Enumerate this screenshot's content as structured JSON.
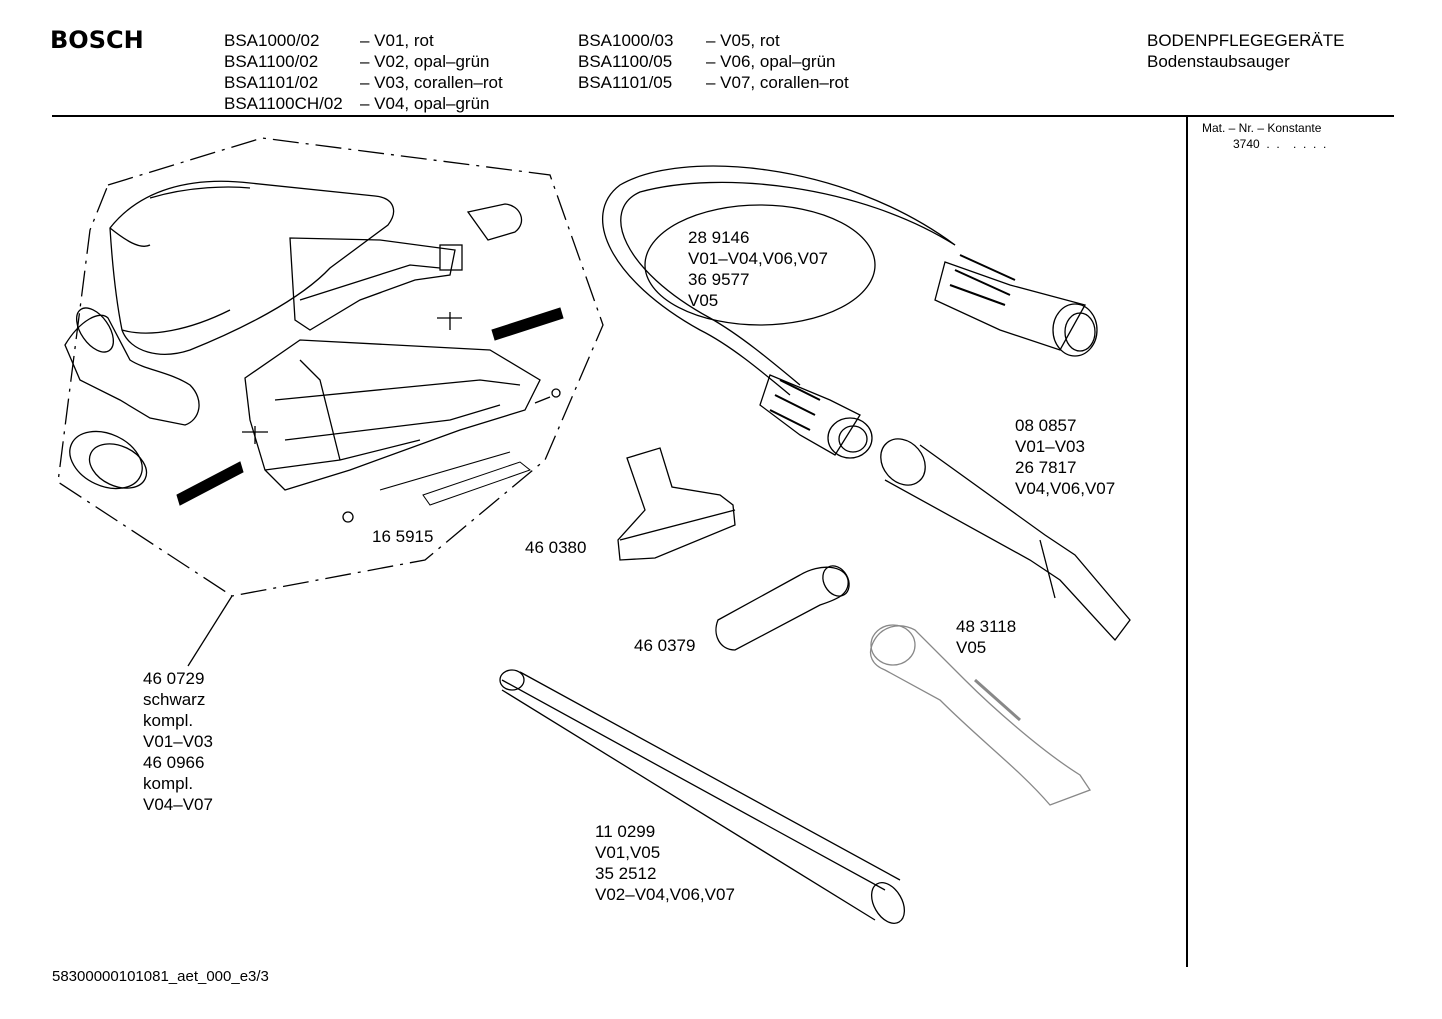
{
  "header": {
    "logo": "BOSCH",
    "models_left": [
      {
        "model": "BSA1000/02",
        "variant": "– V01, rot"
      },
      {
        "model": "BSA1100/02",
        "variant": "– V02, opal–grün"
      },
      {
        "model": "BSA1101/02",
        "variant": "– V03, corallen–rot"
      },
      {
        "model": "BSA1100CH/02",
        "variant": "– V04, opal–grün"
      }
    ],
    "models_right": [
      {
        "model": "BSA1000/03",
        "variant": "– V05, rot"
      },
      {
        "model": "BSA1100/05",
        "variant": "– V06, opal–grün"
      },
      {
        "model": "BSA1101/05",
        "variant": "– V07, corallen–rot"
      }
    ],
    "category": "BODENPFLEGEGERÄTE",
    "subcategory": "Bodenstaubsauger"
  },
  "side_panel": {
    "mat_label": "Mat. – Nr. – Konstante",
    "mat_value": "3740  .  .    .  .  .  ."
  },
  "parts": {
    "hose": [
      "28 9146",
      "V01–V04,V06,V07",
      "36 9577",
      "V05"
    ],
    "handle_pipe": [
      "08 0857",
      "V01–V03",
      "26 7817",
      "V04,V06,V07"
    ],
    "brush_strip": [
      "16 5915"
    ],
    "upholstery_nozzle": [
      "46 0380"
    ],
    "crevice_nozzle": [
      "46 0379"
    ],
    "handle_v05": [
      "48 3118",
      "V05"
    ],
    "floor_nozzle": [
      "46 0729",
      "schwarz",
      "kompl.",
      "V01–V03",
      "46 0966",
      "kompl.",
      "V04–V07"
    ],
    "tube": [
      "11 0299",
      "V01,V05",
      "35 2512",
      "V02–V04,V06,V07"
    ]
  },
  "footer": {
    "doc_id": "58300000101081_aet_000_e3/3"
  }
}
